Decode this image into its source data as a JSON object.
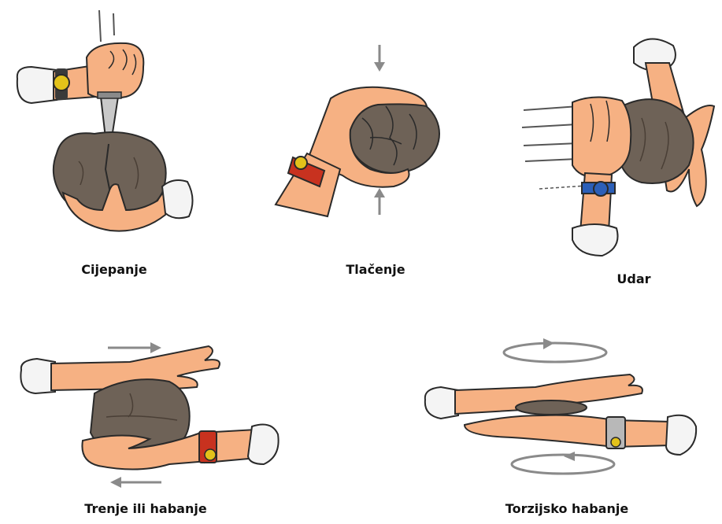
{
  "captions": {
    "splitting": "Cijepanje",
    "compression": "Tlačenje",
    "impact": "Udar",
    "friction": "Trenje ili habanje",
    "torsion": "Torzijsko habanje"
  },
  "colors": {
    "skin": "#f6b183",
    "skin_shade": "#e89a66",
    "rock": "#6e6257",
    "rock_dark": "#4a3f36",
    "sleeve": "#f4f4f4",
    "outline": "#2a2a2a",
    "watch_gold": "#e3c21a",
    "watch_red": "#c8321f",
    "watch_blue": "#2c5fb8",
    "watch_silver": "#b8b8b8",
    "knife": "#c9c9c9",
    "arrow": "#8a8a8a"
  },
  "icons": {
    "panel_splitting": "hand-knife-splitting-rock",
    "panel_compression": "hand-squeezing-rock",
    "panel_impact": "fist-striking-rock",
    "panel_friction": "hands-rubbing-rock",
    "panel_torsion": "hands-twisting-rock"
  }
}
